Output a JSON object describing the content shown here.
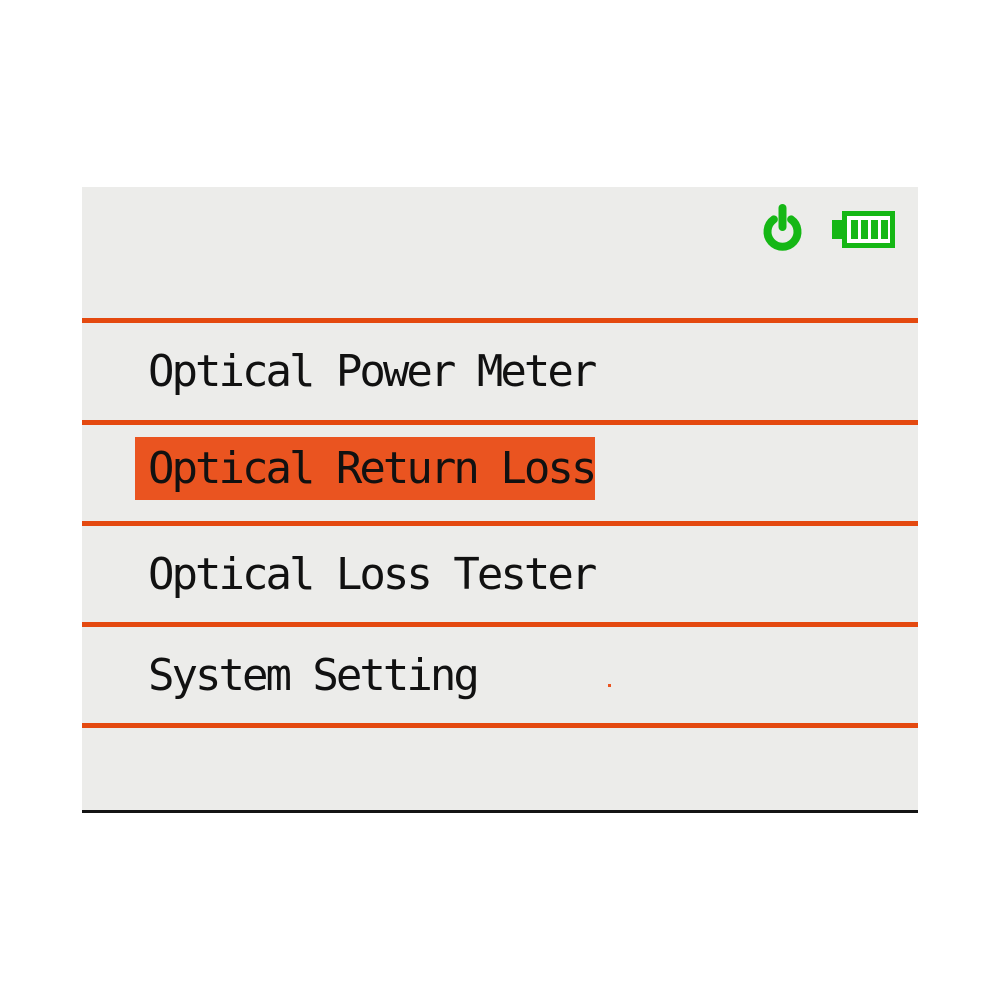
{
  "status_bar": {
    "power_icon": "power-symbol",
    "battery": {
      "level_bars": 4,
      "total_bars": 4
    }
  },
  "menu": {
    "items": [
      {
        "label": "Optical Power Meter",
        "selected": false
      },
      {
        "label": "Optical Return Loss",
        "selected": true
      },
      {
        "label": "Optical Loss Tester",
        "selected": false
      },
      {
        "label": "System Setting",
        "selected": false
      }
    ]
  },
  "colors": {
    "accent-orange": "#e4490f",
    "highlight-orange": "#ea5420",
    "status-green": "#15b715",
    "screen-bg": "#ececea",
    "text-color": "#111111",
    "page-bg": "#ffffff",
    "bottom-line": "#141414"
  }
}
